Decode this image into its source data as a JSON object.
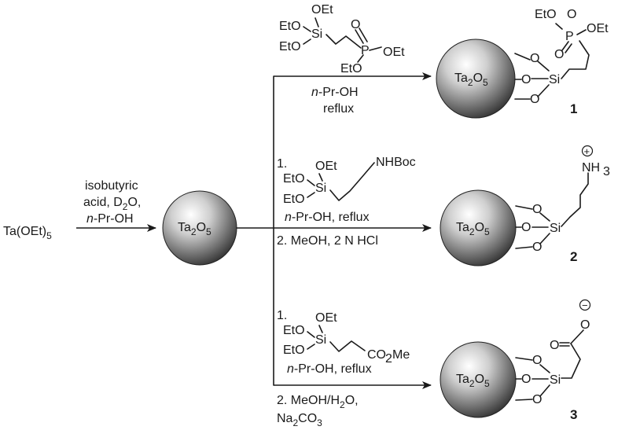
{
  "reagents": {
    "start_material": [
      "Ta(OEt)",
      "5"
    ],
    "step1": {
      "line1": "isobutyric",
      "line2": [
        "acid, D",
        "2",
        "O,"
      ],
      "line3": [
        "n",
        "-Pr-OH"
      ]
    },
    "nanoparticle": [
      "Ta",
      "2",
      "O",
      "5"
    ],
    "route1": {
      "line1": [
        "n",
        "-Pr-OH"
      ],
      "line2": "reflux"
    },
    "route2": {
      "step1": "1.",
      "line1": [
        "n",
        "-Pr-OH, reflux"
      ],
      "line2": "2. MeOH, 2 N HCl"
    },
    "route3": {
      "step1": "1.",
      "line1": [
        "n",
        "-Pr-OH, reflux"
      ],
      "line2": [
        "2. MeOH/H",
        "2",
        "O,"
      ],
      "line3": [
        "Na",
        "2",
        "CO",
        "3"
      ]
    }
  },
  "structures": {
    "silane1": {
      "eto_a": "EtO",
      "oet_a": "OEt",
      "eto_b": "EtO",
      "si": "Si",
      "p": "P",
      "eto_c": "EtO",
      "oet_b": "OEt",
      "o": "O"
    },
    "silane2": {
      "eto_a": "EtO",
      "oet_a": "OEt",
      "eto_b": "EtO",
      "si": "Si",
      "nhboc": "NHBoc"
    },
    "silane3": {
      "eto_a": "EtO",
      "oet_a": "OEt",
      "eto_b": "EtO",
      "si": "Si",
      "co2me": [
        "CO",
        "2",
        "Me"
      ]
    },
    "product1": {
      "eto": "EtO",
      "o": "O",
      "p": "P",
      "oet": "OEt",
      "o_dbl": "O",
      "si": "Si",
      "o_link": "O"
    },
    "product2": {
      "si": "Si",
      "o_link": "O",
      "nh3": [
        "NH",
        "3"
      ],
      "charge": "+"
    },
    "product3": {
      "si": "Si",
      "o_link": "O",
      "o_dbl": "O",
      "o_minus": "O",
      "charge": "−"
    }
  },
  "compounds": {
    "one": "1",
    "two": "2",
    "three": "3"
  }
}
